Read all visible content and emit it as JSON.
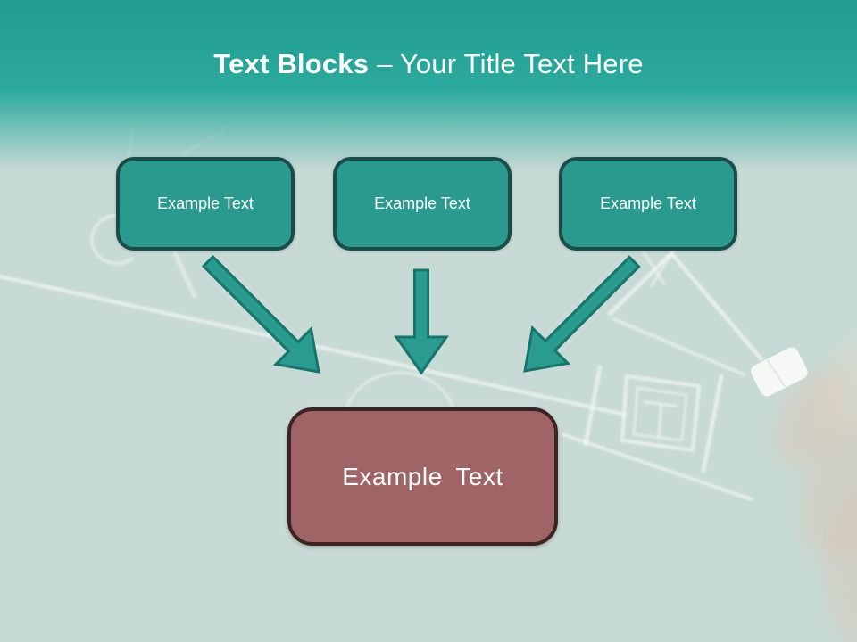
{
  "slide": {
    "title": {
      "bold": "Text Blocks",
      "tail": "– Your Title Text Here"
    },
    "top_blocks": [
      {
        "label": "Example Text"
      },
      {
        "label": "Example Text"
      },
      {
        "label": "Example Text"
      }
    ],
    "bottom_block": {
      "label": "Example Text"
    },
    "background_art": {
      "description": "faint chalk drawing of a house on glass with a hand holding white chalk"
    },
    "colors": {
      "header_teal_dark": "#1f9b8f",
      "header_teal": "#2caa9d",
      "background": "#c8dad5",
      "block_fill": "#2a9a8e",
      "block_border": "#1d4b47",
      "arrow_fill": "#2a9c8f",
      "arrow_border": "#17756b",
      "bottom_fill": "#a16466",
      "bottom_border": "#3c2425",
      "title_color": "#ffffff",
      "block_text_color": "#ffffff"
    }
  }
}
